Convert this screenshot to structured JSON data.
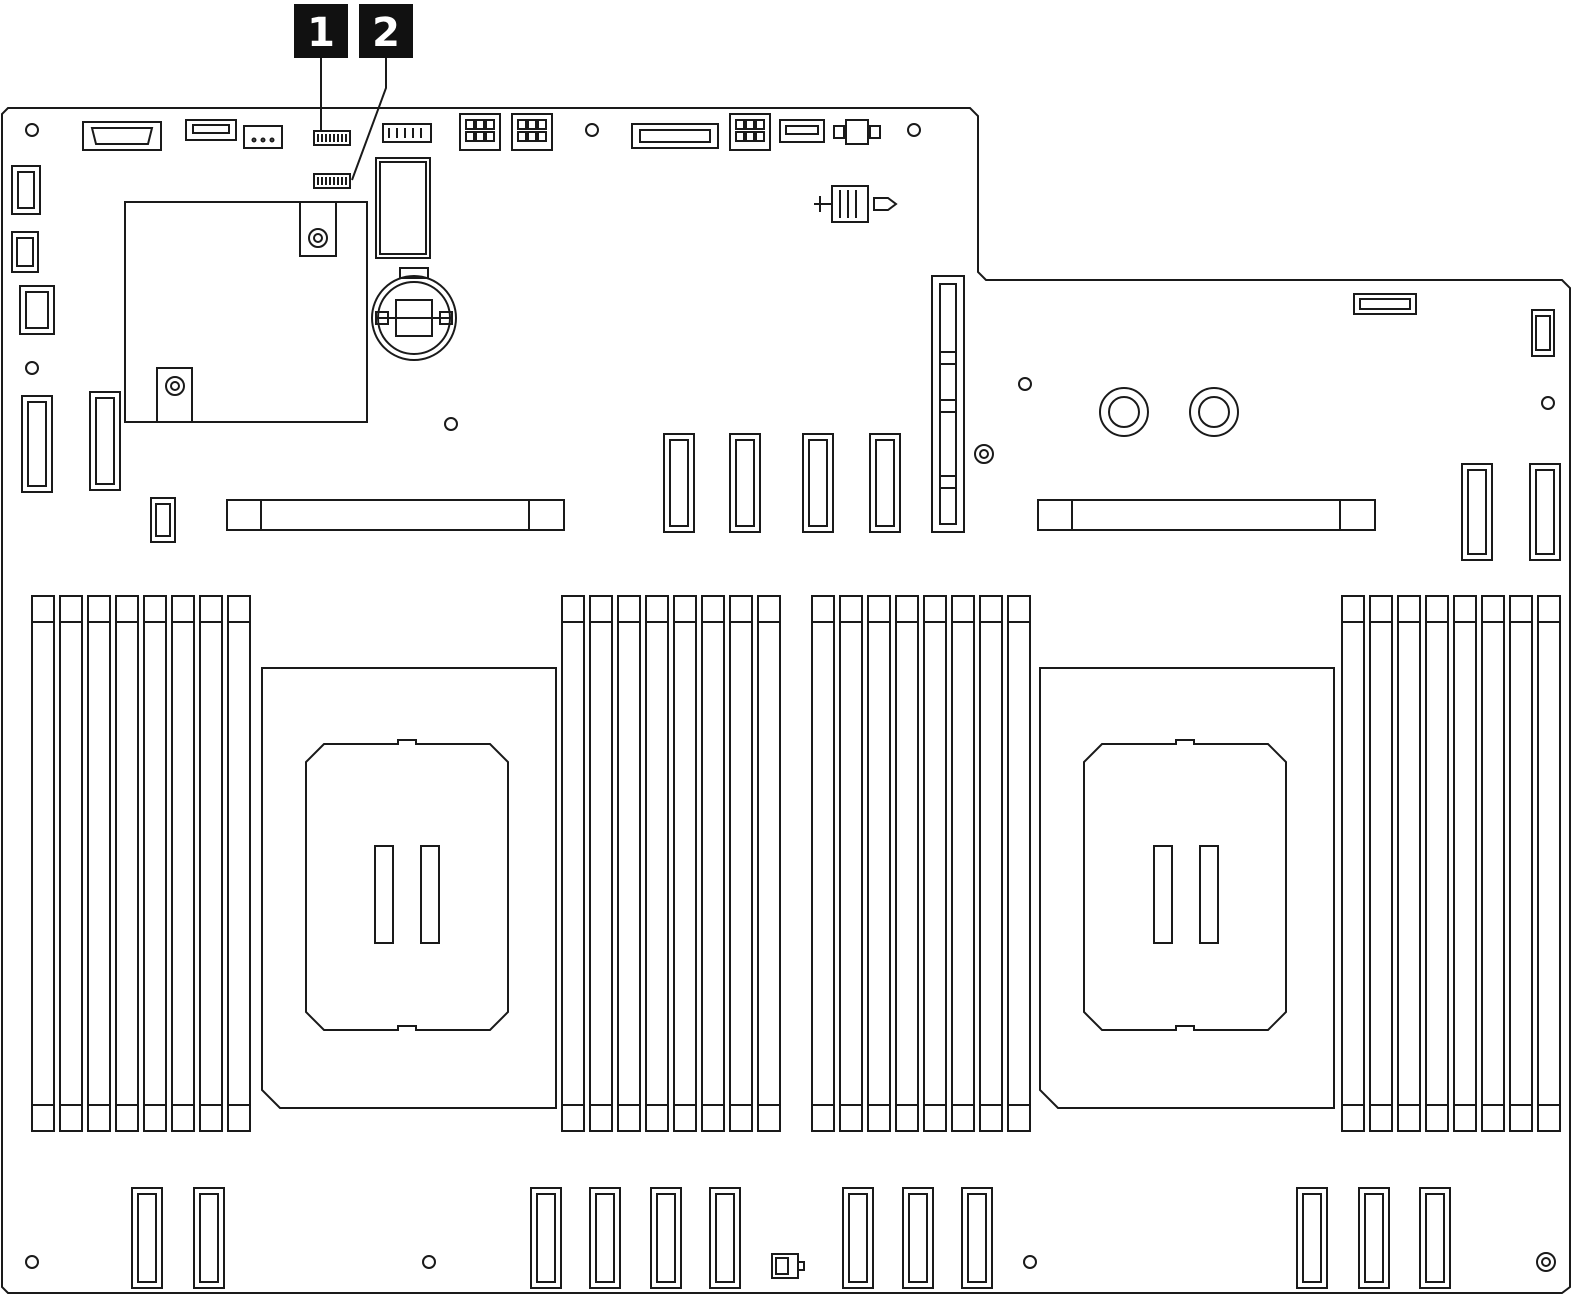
{
  "diagram": {
    "callouts": [
      {
        "label": "1",
        "target": "upper-small-connector"
      },
      {
        "label": "2",
        "target": "lower-small-connector"
      }
    ],
    "colors": {
      "line": "#1a1a1a",
      "background": "#ffffff",
      "callout_fill": "#111111",
      "callout_text": "#ffffff"
    },
    "components": {
      "dimm_slots_per_bank": 8,
      "dimm_banks": 4,
      "processor_sockets": 2,
      "rear_pcie_slots": 16
    }
  }
}
